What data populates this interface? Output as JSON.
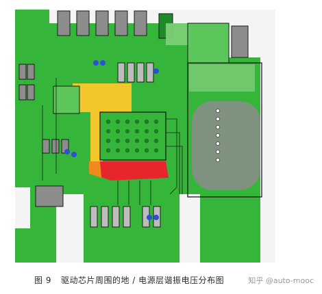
{
  "figure": {
    "colors": {
      "board_green": "#35b63a",
      "dark_green": "#1f8a2a",
      "ground_yellow": "#f2c72b",
      "high_red": "#e6262a",
      "orange": "#f08a1c",
      "pad_gray": "#8c8c8c",
      "outline": "#1a1a1a",
      "light_gray": "#bdbdbd",
      "via_blue": "#2f4fd6"
    }
  },
  "caption": {
    "fig_no": "图 9",
    "text": "驱动芯片周围的地 / 电源层谐振电压分布图"
  },
  "watermark": "知乎 @auto-mooc"
}
